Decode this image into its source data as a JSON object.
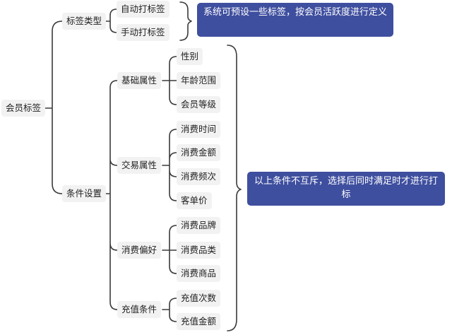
{
  "root": "会员标签",
  "branches": {
    "tag_type": {
      "label": "标签类型",
      "children": [
        "自动打标签",
        "手动打标签"
      ],
      "note": "系统可预设一些标签，按会员活跃度进行定义"
    },
    "conditions": {
      "label": "条件设置",
      "groups": [
        {
          "label": "基础属性",
          "children": [
            "性别",
            "年龄范围",
            "会员等级"
          ]
        },
        {
          "label": "交易属性",
          "children": [
            "消费时间",
            "消费金额",
            "消费频次",
            "客单价"
          ]
        },
        {
          "label": "消费偏好",
          "children": [
            "消费品牌",
            "消费品类",
            "消费商品"
          ]
        },
        {
          "label": "充值条件",
          "children": [
            "充值次数",
            "充值金额"
          ]
        }
      ],
      "note": "以上条件不互斥，选择后同时满足时才进行打标"
    }
  },
  "colors": {
    "note_bg": "#3f4f9f",
    "node_bg": "#f2f2f2",
    "line": "#3a3a3a"
  }
}
